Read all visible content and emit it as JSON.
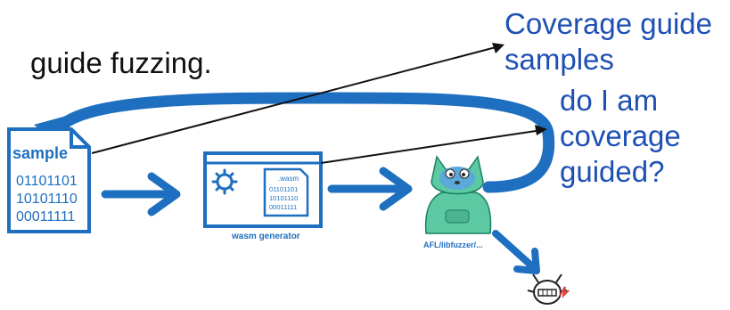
{
  "slide": {
    "left_text": "guide fuzzing.",
    "callout_top_line1": "Coverage guide",
    "callout_top_line2": "samples",
    "callout_right_line1": "do I am",
    "callout_right_line2": "coverage",
    "callout_right_line3": "guided?"
  },
  "diagram": {
    "sample_label": "sample",
    "sample_bits": [
      "01101101",
      "10101110",
      "00011111"
    ],
    "generator_label": "wasm generator",
    "generator_file_label": ".wasm",
    "generator_file_bits": [
      "01101101",
      "10101110",
      "00011111"
    ],
    "fuzzer_label": "AFL/libfuzzer/..."
  },
  "colors": {
    "line_blue": "#1e6fc0",
    "text_blue": "#1e6fc0",
    "callout_text": "#1e50b4",
    "mascot_green": "#5cc9a2",
    "mascot_blue": "#5aa9d9"
  }
}
